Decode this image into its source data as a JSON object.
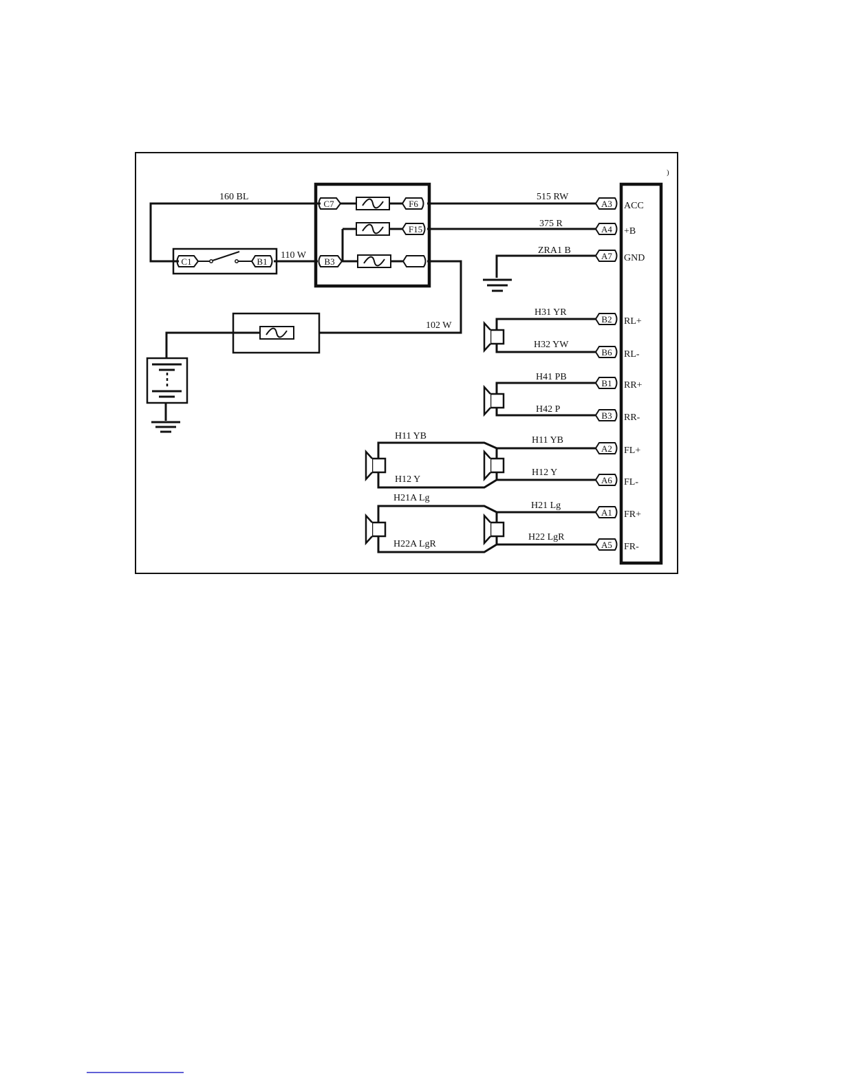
{
  "diagram": {
    "stray_mark": ")",
    "fuse_box": {
      "pins": [
        "C7",
        "F6",
        "F15",
        "B3"
      ]
    },
    "ignition_switch": {
      "pins": [
        "C1",
        "B1"
      ]
    },
    "radio": {
      "pins": [
        "A3",
        "A4",
        "A7",
        "B2",
        "B6",
        "B1",
        "B3",
        "A2",
        "A6",
        "A1",
        "A5"
      ],
      "terminals": [
        "ACC",
        "+B",
        "GND",
        "RL+",
        "RL-",
        "RR+",
        "RR-",
        "FL+",
        "FL-",
        "FR+",
        "FR-"
      ]
    },
    "wires": {
      "w160": "160   BL",
      "w110": "110  W",
      "w102": "102  W",
      "w515": "515   RW",
      "w375": "375    R",
      "wzra1": "ZRA1   B",
      "h31": "H31   YR",
      "h32": "H32   YW",
      "h41": "H41   PB",
      "h42": "H42    P",
      "h11a": "H11      YB",
      "h12a": "H12      Y",
      "h21aa": "H21A    Lg",
      "h22aa": "H22A    LgR",
      "h11b": "H11      YB",
      "h12b": "H12      Y",
      "h21b": "H21     Lg",
      "h22b": "H22     LgR"
    }
  }
}
